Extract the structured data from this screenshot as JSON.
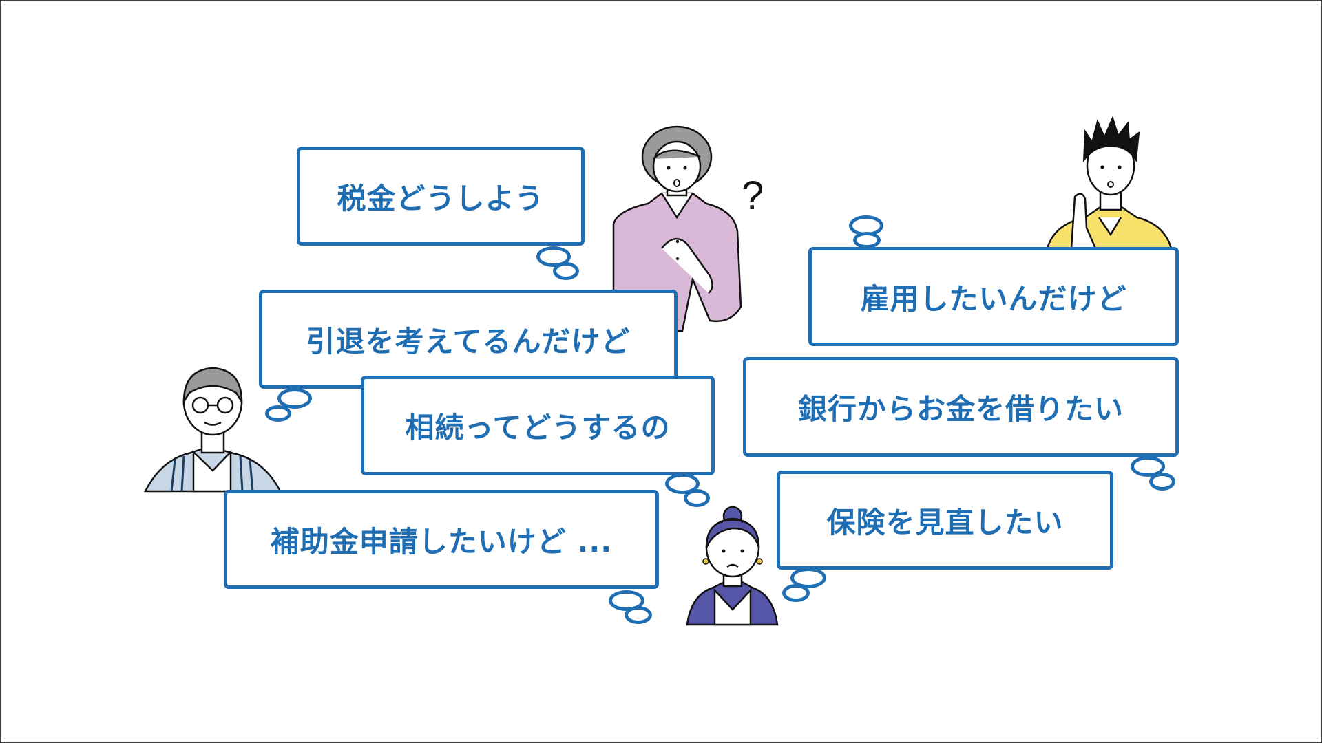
{
  "colors": {
    "accent": "#1f6db3",
    "woman_top": "#d9b8d8",
    "man_top": "#f7e16b",
    "woman2_top": "#5556a8",
    "old_man_stripes": "#7d9fbf"
  },
  "bubbles": {
    "tax": "税金どうしよう",
    "retire": "引退を考えてるんだけど",
    "inherit": "相続ってどうするの",
    "subsidy": "補助金申請したいけど ...",
    "employ": "雇用したいんだけど",
    "loan": "銀行からお金を借りたい",
    "insurance": "保険を見直したい"
  },
  "icons": {
    "question": "?"
  }
}
